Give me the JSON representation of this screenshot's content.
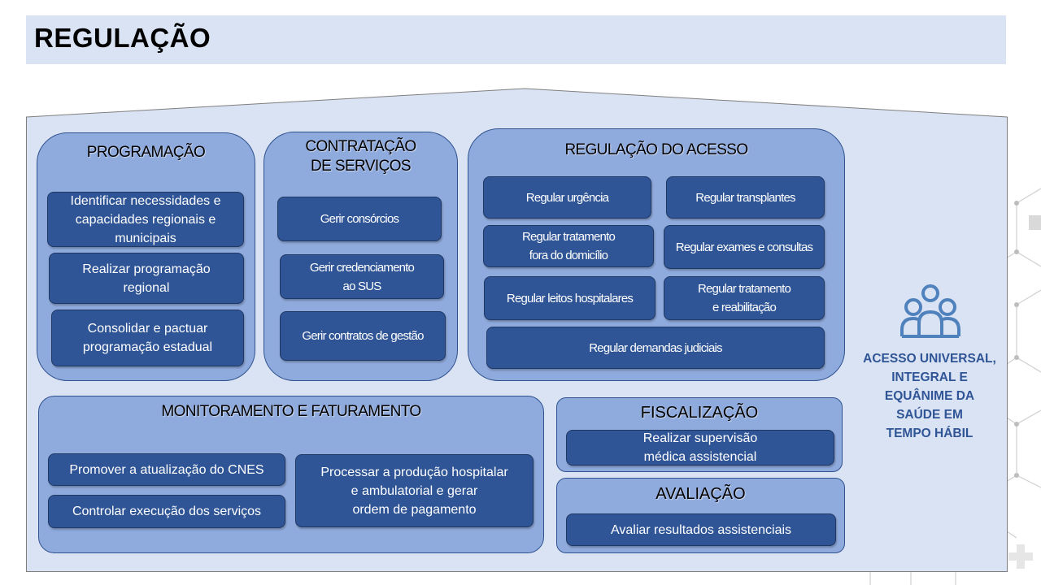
{
  "page": {
    "title": "REGULAÇÃO"
  },
  "programacao": {
    "title": "PROGRAMAÇÃO",
    "items": [
      "Identificar necessidades e\ncapacidades regionais e\nmunicipais",
      "Realizar programação\nregional",
      "Consolidar e pactuar\nprogramação estadual"
    ]
  },
  "contratacao": {
    "title": "CONTRATAÇÃO\nDE SERVIÇOS",
    "items": [
      "Gerir consórcios",
      "Gerir credenciamento\nao SUS",
      "Gerir contratos de gestão"
    ]
  },
  "regulacao_acesso": {
    "title": "REGULAÇÃO DO ACESSO",
    "items": [
      "Regular urgência",
      "Regular transplantes",
      "Regular tratamento\nfora do domicílio",
      "Regular exames e consultas",
      "Regular leitos hospitalares",
      "Regular tratamento\ne reabilitação",
      "Regular demandas judiciais"
    ]
  },
  "monitoramento": {
    "title": "MONITORAMENTO E FATURAMENTO",
    "items": [
      "Promover a atualização do CNES",
      "Controlar execução dos serviços",
      "Processar a produção hospitalar\ne ambulatorial e gerar\nordem de pagamento"
    ]
  },
  "fiscalizacao": {
    "title": "FISCALIZAÇÃO",
    "items": [
      "Realizar supervisão\nmédica assistencial"
    ]
  },
  "avaliacao": {
    "title": "AVALIAÇÃO",
    "items": [
      "Avaliar resultados assistenciais"
    ]
  },
  "goal": {
    "icon": "people-group-icon",
    "text": "ACESSO UNIVERSAL,\nINTEGRAL E\nEQUÂNIME DA\nSAÚDE EM\nTEMPO HÁBIL"
  },
  "colors": {
    "house_fill": "#dae3f3",
    "panel_fill": "#8faadc",
    "button_fill": "#2f5597",
    "goal_text": "#2f5597"
  }
}
